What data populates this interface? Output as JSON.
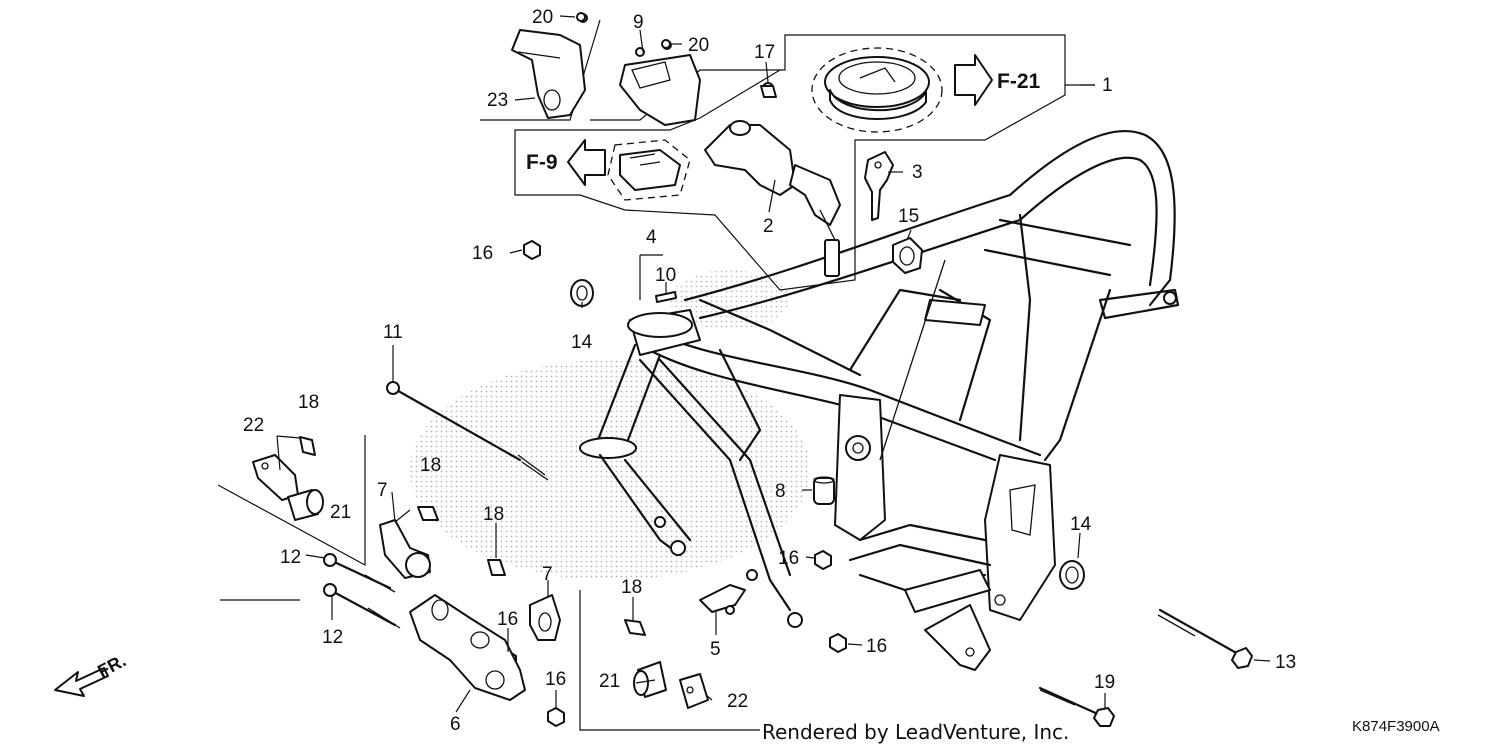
{
  "callouts": {
    "c1": "1",
    "c2": "2",
    "c3": "3",
    "c4": "4",
    "c5": "5",
    "c6": "6",
    "c7a": "7",
    "c7b": "7",
    "c8": "8",
    "c9": "9",
    "c10": "10",
    "c11": "11",
    "c12a": "12",
    "c12b": "12",
    "c13": "13",
    "c14a": "14",
    "c14b": "14",
    "c15": "15",
    "c16a": "16",
    "c16b": "16",
    "c16c": "16",
    "c16d": "16",
    "c16e": "16",
    "c17": "17",
    "c18a": "18",
    "c18b": "18",
    "c18c": "18",
    "c18d": "18",
    "c19": "19",
    "c20a": "20",
    "c20b": "20",
    "c21a": "21",
    "c21b": "21",
    "c22a": "22",
    "c22b": "22",
    "c23": "23"
  },
  "references": {
    "f21": "F-21",
    "f9": "F-9"
  },
  "direction_label": "FR.",
  "credit": "Rendered by LeadVenture, Inc.",
  "diagram_code": "K874F3900A"
}
